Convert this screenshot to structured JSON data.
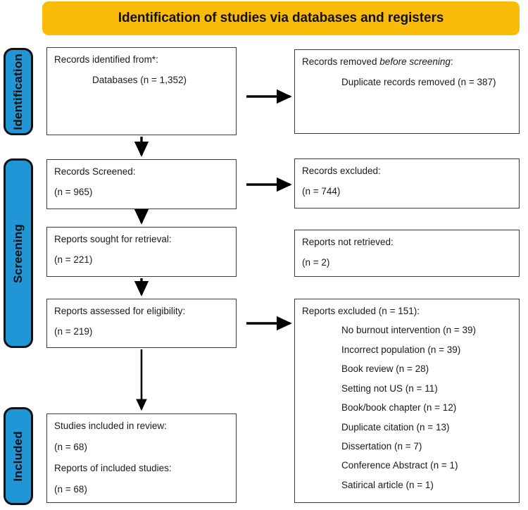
{
  "banner": {
    "title": "Identification of studies via databases and registers"
  },
  "stages": [
    {
      "id": "identification",
      "label": "Identification"
    },
    {
      "id": "screening",
      "label": "Screening"
    },
    {
      "id": "included",
      "label": "Included"
    }
  ],
  "colors": {
    "banner_background": "#FBBC09",
    "stage_tab_background": "#2196D6",
    "box_border": "#3B3B3B",
    "text": "#1A1A1A",
    "arrow": "#000000"
  },
  "boxes": {
    "records_identified": {
      "heading": "Records identified from*:",
      "detail": "Databases (n = 1,352)"
    },
    "records_removed": {
      "heading_prefix": "Records removed ",
      "heading_emphasis": "before screening",
      "heading_suffix": ":",
      "detail": "Duplicate records removed (n = 387)"
    },
    "records_screened": {
      "heading": "Records Screened:",
      "count": "(n = 965)"
    },
    "records_excluded": {
      "heading": "Records excluded:",
      "count": "(n = 744)"
    },
    "reports_sought": {
      "heading": "Reports sought for retrieval:",
      "count": "(n = 221)"
    },
    "reports_not_retrieved": {
      "heading": "Reports not retrieved:",
      "count": "(n = 2)"
    },
    "reports_assessed": {
      "heading": "Reports assessed for eligibility:",
      "count": "(n = 219)"
    },
    "reports_excluded": {
      "heading": "Reports excluded (n = 151):",
      "reasons": [
        "No burnout intervention (n = 39)",
        "Incorrect population (n = 39)",
        "Book review (n = 28)",
        "Setting not US (n = 11)",
        "Book/book chapter (n = 12)",
        "Duplicate citation (n = 13)",
        "Dissertation (n = 7)",
        "Conference Abstract (n = 1)",
        "Satirical article (n = 1)"
      ]
    },
    "studies_included": {
      "heading": "Studies included in review:",
      "count": "(n = 68)",
      "heading2": "Reports of included studies:",
      "count2": "(n = 68)"
    }
  },
  "chart_data": {
    "type": "diagram",
    "title": "Identification of studies via databases and registers",
    "stages": [
      {
        "stage": "Identification",
        "nodes": [
          {
            "label": "Records identified from*: Databases",
            "n": 1352
          },
          {
            "label": "Records removed before screening: Duplicate records removed",
            "n": 387
          }
        ]
      },
      {
        "stage": "Screening",
        "nodes": [
          {
            "label": "Records Screened",
            "n": 965
          },
          {
            "label": "Records excluded",
            "n": 744
          },
          {
            "label": "Reports sought for retrieval",
            "n": 221
          },
          {
            "label": "Reports not retrieved",
            "n": 2
          },
          {
            "label": "Reports assessed for eligibility",
            "n": 219
          },
          {
            "label": "Reports excluded",
            "n": 151,
            "breakdown": [
              {
                "reason": "No burnout intervention",
                "n": 39
              },
              {
                "reason": "Incorrect population",
                "n": 39
              },
              {
                "reason": "Book review",
                "n": 28
              },
              {
                "reason": "Setting not US",
                "n": 11
              },
              {
                "reason": "Book/book chapter",
                "n": 12
              },
              {
                "reason": "Duplicate citation",
                "n": 13
              },
              {
                "reason": "Dissertation",
                "n": 7
              },
              {
                "reason": "Conference Abstract",
                "n": 1
              },
              {
                "reason": "Satirical article",
                "n": 1
              }
            ]
          }
        ]
      },
      {
        "stage": "Included",
        "nodes": [
          {
            "label": "Studies included in review",
            "n": 68
          },
          {
            "label": "Reports of included studies",
            "n": 68
          }
        ]
      }
    ]
  }
}
